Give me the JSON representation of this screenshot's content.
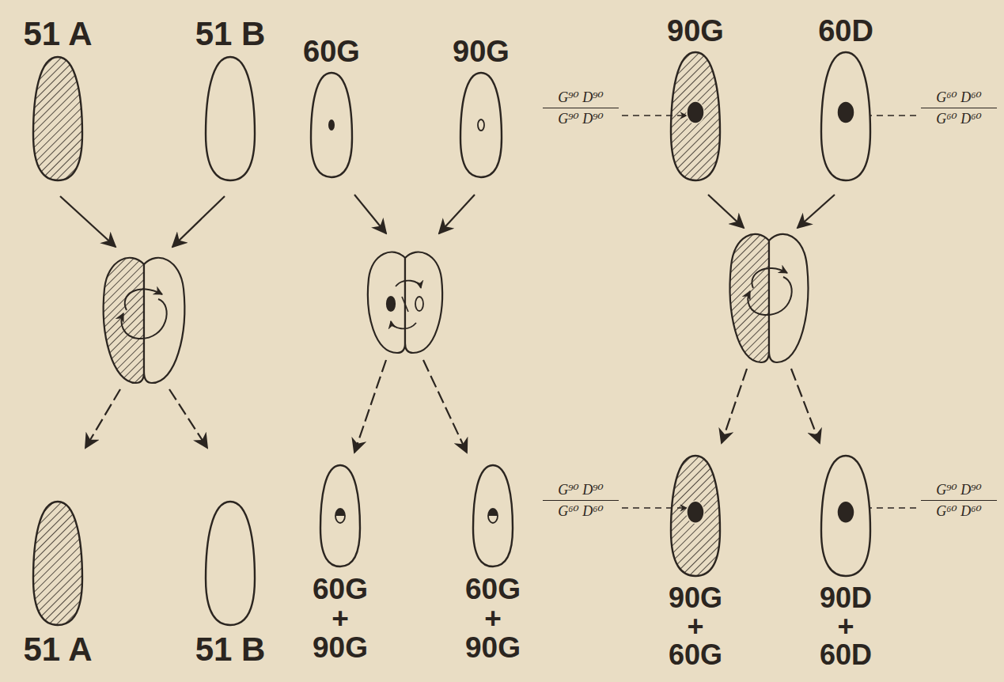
{
  "diagram": {
    "nodes": [
      {
        "text": [
          "51 A"
        ]
      },
      {
        "text": [
          "51 B"
        ]
      },
      {
        "text": [
          "60G"
        ]
      },
      {
        "text": [
          "90G"
        ]
      },
      {
        "text": [
          "90G"
        ]
      },
      {
        "text": [
          "60D"
        ]
      },
      {
        "text": [
          "51 A"
        ]
      },
      {
        "text": [
          "51 B"
        ]
      },
      {
        "text": [
          "60G + 90G"
        ]
      },
      {
        "text": [
          "60G + 90G"
        ]
      },
      {
        "text": [
          "90G + 60G"
        ]
      },
      {
        "text": [
          "90D + 60D"
        ]
      }
    ],
    "labels": [
      "G⁹⁰ D⁹⁰",
      "G⁹⁰ D⁹⁰",
      "G⁶⁰ D⁶⁰",
      "G⁶⁰ D⁶⁰",
      "G⁹⁰ D⁹⁰",
      "G⁶⁰ D⁶⁰",
      "G⁹⁰ D⁹⁰",
      "G⁶⁰ D⁶⁰"
    ]
  }
}
